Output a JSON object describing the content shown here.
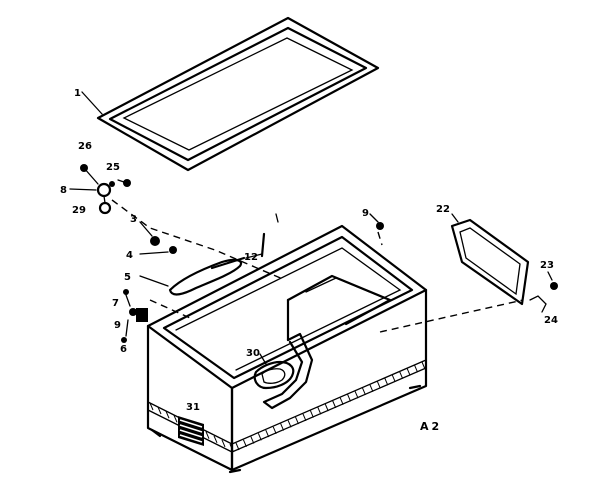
{
  "labels": {
    "p1": "1",
    "p26": "26",
    "p25": "25",
    "p8": "8",
    "p29": "29",
    "p3": "3",
    "p4": "4",
    "p12": "12",
    "p5": "5",
    "p7": "7",
    "p9": "9",
    "p6": "6",
    "p9b": "9",
    "p22": "22",
    "p23": "23",
    "p24": "24",
    "p30": "30",
    "p31": "31"
  },
  "diagram_code": "A2"
}
